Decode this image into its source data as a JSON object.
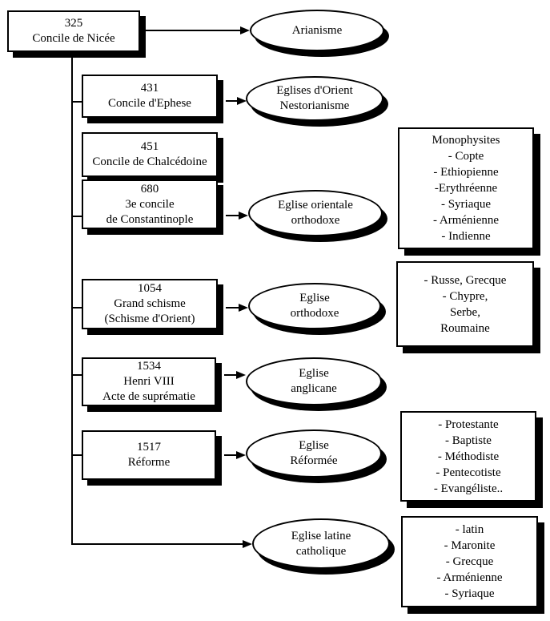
{
  "colors": {
    "ink": "#000000",
    "paper": "#ffffff"
  },
  "councils": [
    {
      "lines": [
        "325",
        "Concile de Nicée"
      ]
    },
    {
      "lines": [
        "431",
        "Concile d'Ephese"
      ]
    },
    {
      "lines": [
        "451",
        "Concile de Chalcédoine"
      ]
    },
    {
      "lines": [
        "680",
        "3e concile",
        "de Constantinople"
      ]
    },
    {
      "lines": [
        "1054",
        "Grand schisme",
        "(Schisme d'Orient)"
      ]
    },
    {
      "lines": [
        "1534",
        "Henri VIII",
        "Acte de suprématie"
      ]
    },
    {
      "lines": [
        "1517",
        "Réforme"
      ]
    }
  ],
  "churches": [
    {
      "lines": [
        "Arianisme"
      ]
    },
    {
      "lines": [
        "Eglises d'Orient",
        "Nestorianisme"
      ]
    },
    {
      "lines": [
        "Eglise orientale",
        "orthodoxe"
      ]
    },
    {
      "lines": [
        "Eglise",
        "orthodoxe"
      ]
    },
    {
      "lines": [
        "Eglise",
        "anglicane"
      ]
    },
    {
      "lines": [
        "Eglise",
        "Réformée"
      ]
    },
    {
      "lines": [
        "Eglise latine",
        "catholique"
      ]
    }
  ],
  "branches": [
    {
      "lines": [
        "Monophysites",
        "- Copte",
        "- Ethiopienne",
        "-Erythréenne",
        "- Syriaque",
        "- Arménienne",
        "- Indienne"
      ]
    },
    {
      "lines": [
        "- Russe, Grecque",
        "- Chypre,",
        "Serbe,",
        "Roumaine"
      ]
    },
    {
      "lines": [
        "- Protestante",
        "- Baptiste",
        "- Méthodiste",
        "- Pentecotiste",
        "- Evangéliste.."
      ]
    },
    {
      "lines": [
        "- latin",
        "- Maronite",
        "- Grecque",
        "- Arménienne",
        "- Syriaque"
      ]
    }
  ]
}
